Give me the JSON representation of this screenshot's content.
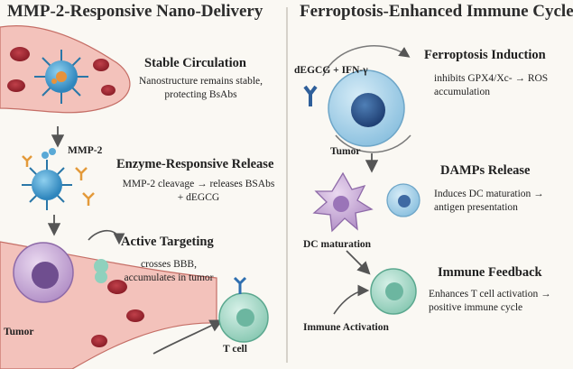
{
  "left": {
    "title": "MMP-2-Responsive Nano-Delivery",
    "stages": [
      {
        "heading": "Stable Circulation",
        "body": "Nanostructure remains stable, protecting BsAbs"
      },
      {
        "heading": "Enzyme-Responsive Release",
        "body": "MMP-2 cleavage → releases BSAbs + dEGCG"
      },
      {
        "heading": "Active Targeting",
        "body": "crosses BBB, accumulates in tumor"
      }
    ],
    "labels": {
      "enzyme": "MMP-2",
      "tumor": "Tumor",
      "tcell": "T cell"
    }
  },
  "right": {
    "title": "Ferroptosis-Enhanced Immune Cycle",
    "stages": [
      {
        "heading": "Ferroptosis Induction",
        "body": "inhibits GPX4/Xc- → ROS accumulation"
      },
      {
        "heading": "DAMPs Release",
        "body": "Induces DC maturation → antigen presentation"
      },
      {
        "heading": "Immune Feedback",
        "body": "Enhances T cell activation → positive immune cycle"
      }
    ],
    "labels": {
      "drug": "dEGCG + IFN-γ",
      "tumor": "Tumor",
      "dc": "DC maturation",
      "activation": "Immune Activation"
    }
  }
}
